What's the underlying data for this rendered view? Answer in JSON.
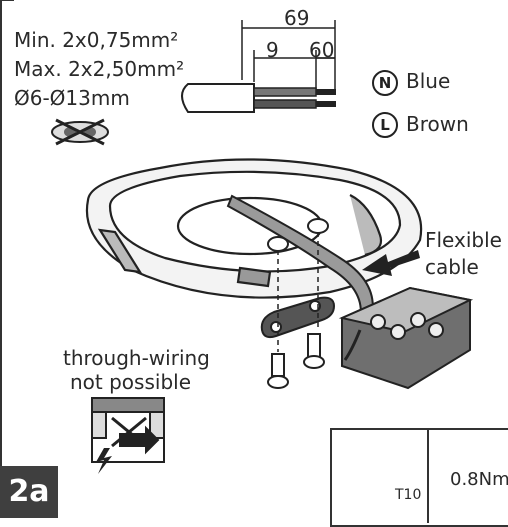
{
  "cable": {
    "min": "Min.  2x0,75mm²",
    "max": "Max. 2x2,50mm²",
    "diameter": "Ø6-Ø13mm"
  },
  "dimensions": {
    "total": "69",
    "strip": "9",
    "sheath": "60"
  },
  "wires": {
    "neutral_letter": "N",
    "neutral_color": "Blue",
    "live_letter": "L",
    "live_color": "Brown"
  },
  "labels": {
    "flexible_cable": "Flexible\ncable",
    "flexible_line1": "Flexible",
    "flexible_line2": "cable",
    "through_wiring_line1": "through-wiring",
    "through_wiring_line2": "not possible"
  },
  "tool": {
    "bit": "T10",
    "torque": "0.8Nm"
  },
  "step": "2a",
  "colors": {
    "outline": "#222222",
    "fill_light": "#eeeeee",
    "fill_mid": "#cfcfcf",
    "fill_dark": "#555555",
    "step_badge_bg": "#3f3f3f"
  },
  "icons": [
    "no-flat-cable-icon",
    "screwdriver-icon",
    "torx-icon",
    "torque-rotation-icon",
    "lightning-icon",
    "arrow-icon"
  ]
}
